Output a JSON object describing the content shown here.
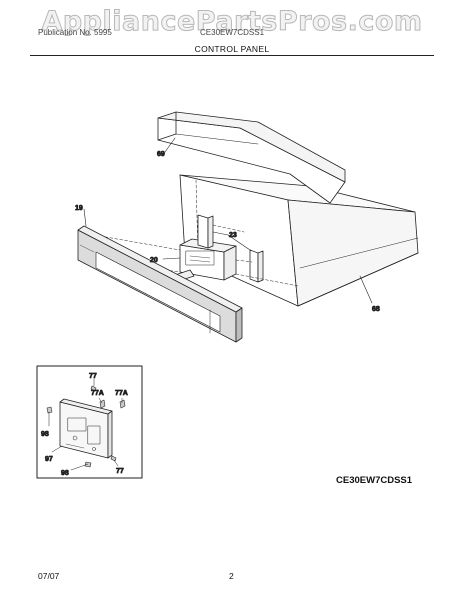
{
  "watermark": "AppliancePartsPros.com",
  "header": {
    "left_text": "Publication No. 5995",
    "right_text": "CE30EW7CDSS1",
    "section_title": "CONTROL PANEL"
  },
  "callouts": {
    "p69": "69",
    "p19": "19",
    "p23": "23",
    "p20": "20",
    "p68": "68",
    "p77a": "77",
    "p77A1": "77A",
    "p77A2": "77A",
    "p98a": "98",
    "p97": "97",
    "p98b": "98",
    "p77b": "77"
  },
  "model_code": "CE30EW7CDSS1",
  "footer": {
    "date": "07/07",
    "page": "2"
  }
}
